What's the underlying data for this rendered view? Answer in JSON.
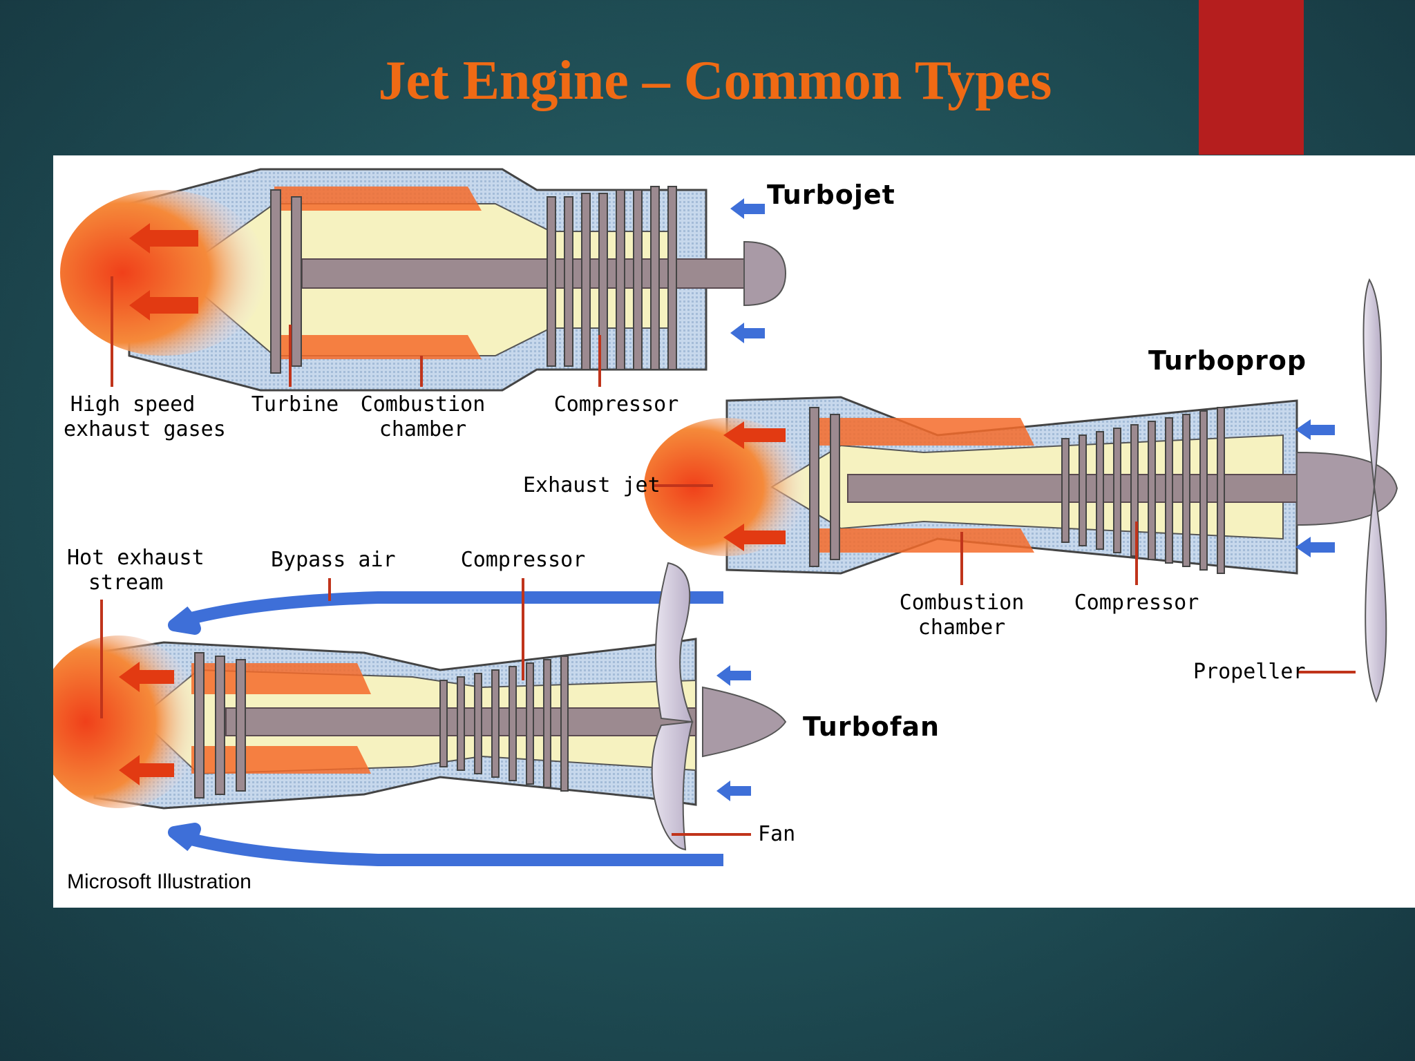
{
  "slide": {
    "title": "Jet Engine – Common Types",
    "accent_color": "#b51e1e",
    "title_color": "#f06a14"
  },
  "diagram": {
    "credit": "Microsoft Illustration",
    "turbojet": {
      "name": "Turbojet",
      "labels": {
        "exhaust": "High speed\nexhaust gases",
        "turbine": "Turbine",
        "combustion": "Combustion\nchamber",
        "compressor": "Compressor"
      }
    },
    "turboprop": {
      "name": "Turboprop",
      "labels": {
        "exhaust": "Exhaust jet",
        "combustion": "Combustion\nchamber",
        "compressor": "Compressor",
        "propeller": "Propeller"
      }
    },
    "turbofan": {
      "name": "Turbofan",
      "labels": {
        "hot_exhaust": "Hot exhaust\nstream",
        "bypass": "Bypass air",
        "compressor": "Compressor",
        "fan": "Fan"
      }
    },
    "colors": {
      "casing": "#b9cfe6",
      "core": "#f6f2c0",
      "shaft": "#9c8a90",
      "flame": "#f25a1a",
      "airflow_arrow": "#3e6fd8",
      "exhaust_arrow": "#e23a12",
      "leader_line": "#c0341b"
    }
  }
}
